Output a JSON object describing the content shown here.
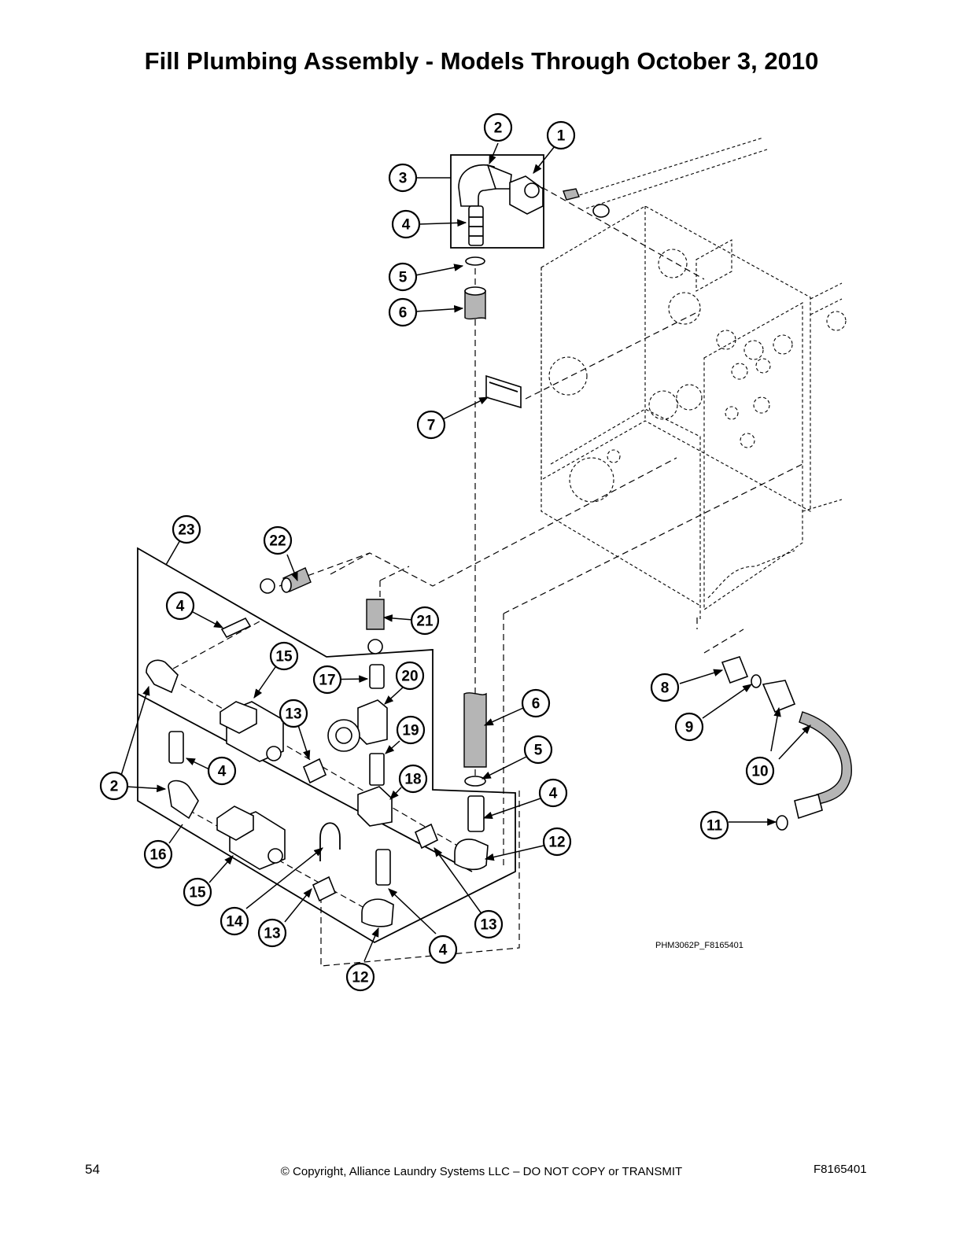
{
  "title": "Fill Plumbing Assembly - Models Through October 3, 2010",
  "drawing_id": "PHM3062P_F8165401",
  "footer": {
    "page_number": "54",
    "copyright": "© Copyright, Alliance Laundry Systems LLC – DO NOT COPY or TRANSMIT",
    "doc_id": "F8165401"
  },
  "callouts": [
    "1",
    "2",
    "3",
    "4",
    "5",
    "6",
    "7",
    "2",
    "4",
    "4",
    "4",
    "4",
    "5",
    "6",
    "8",
    "9",
    "10",
    "11",
    "12",
    "12",
    "13",
    "13",
    "13",
    "14",
    "15",
    "15",
    "16",
    "17",
    "18",
    "19",
    "20",
    "21",
    "22",
    "23"
  ]
}
